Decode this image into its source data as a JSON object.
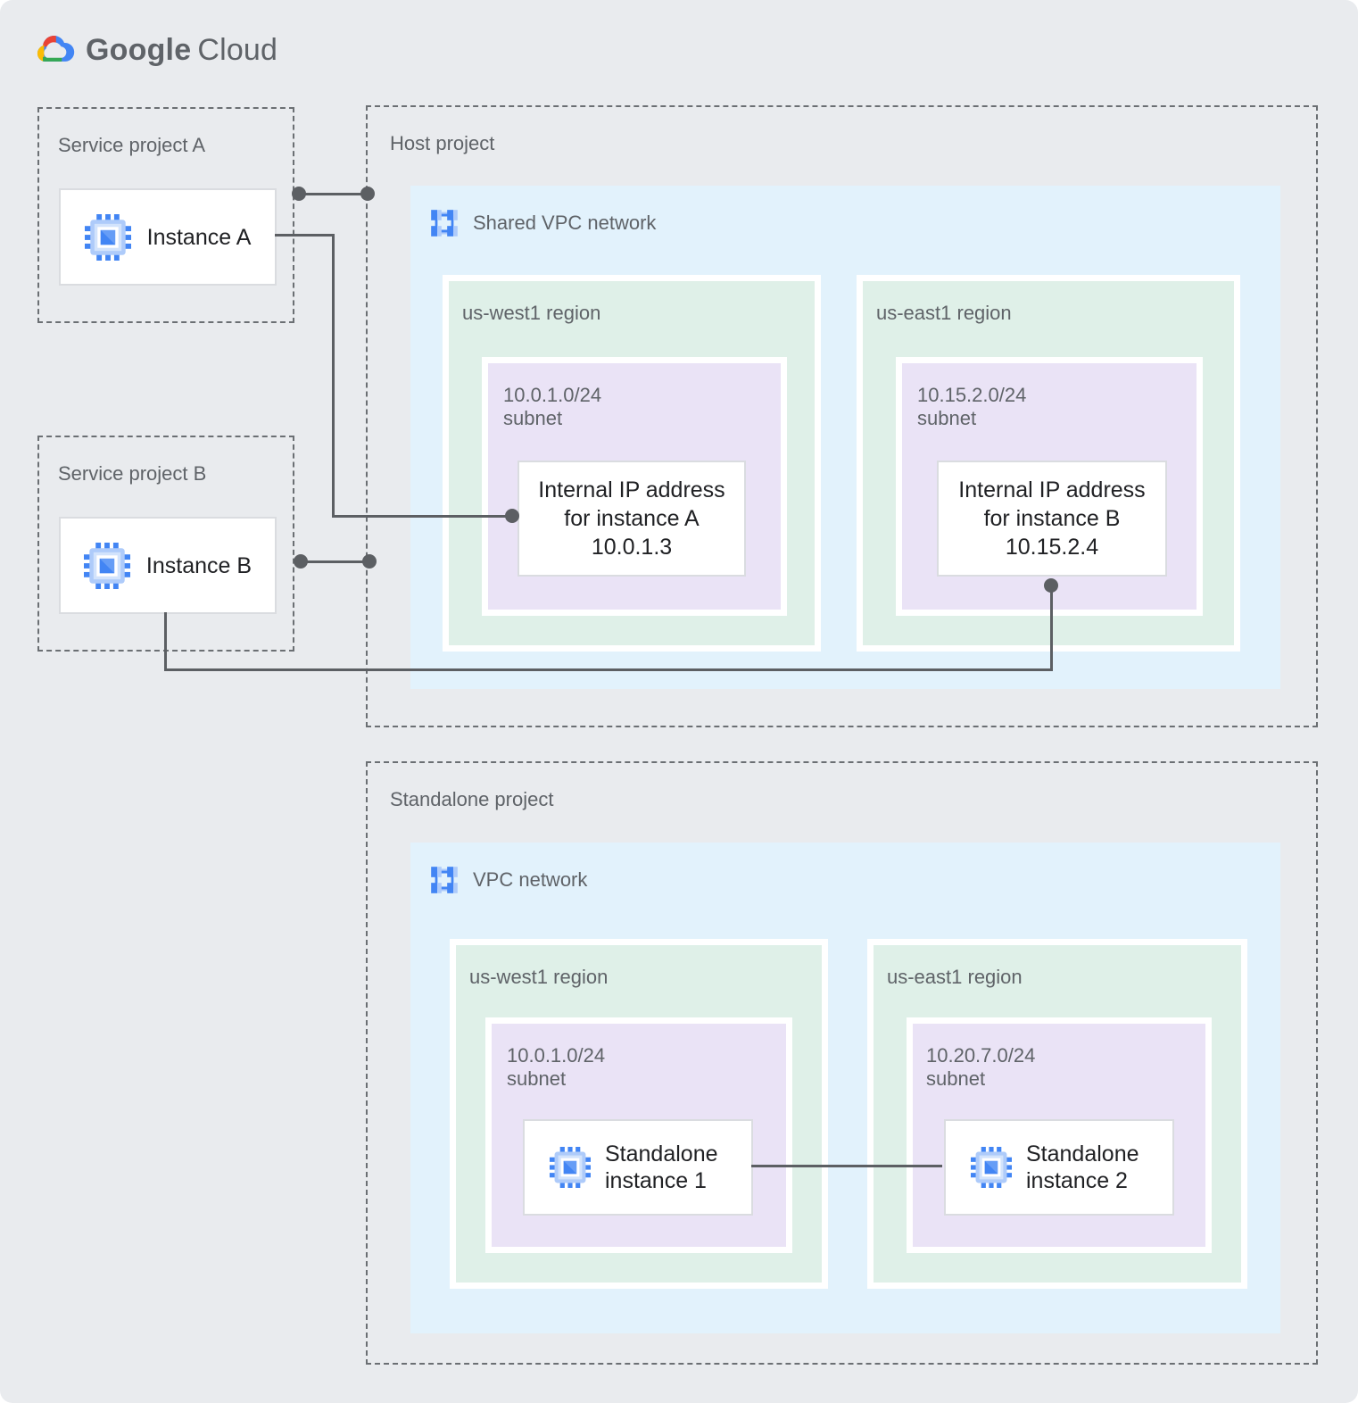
{
  "logo": {
    "brand": "Google",
    "product": "Cloud"
  },
  "colors": {
    "background": "#e9ebee",
    "network_fill": "#e2f2fc",
    "region_fill": "#dff0e8",
    "subnet_fill": "#eae3f6",
    "connector": "#5c5f63",
    "card_border": "#dadce0",
    "label_text": "#5f6368",
    "card_text": "#202124",
    "google_blue": "#4285f4",
    "google_red": "#ea4335",
    "google_yellow": "#fbbc04",
    "google_green": "#34a853"
  },
  "icons": {
    "cloud_logo": "google-cloud-logo",
    "instance": "compute-instance-chip-icon",
    "network": "vpc-network-icon"
  },
  "service_project_a": {
    "label": "Service project A",
    "instance_label": "Instance A"
  },
  "service_project_b": {
    "label": "Service project B",
    "instance_label": "Instance B"
  },
  "host_project": {
    "label": "Host project",
    "network_label": "Shared VPC network",
    "regions": [
      {
        "label": "us-west1 region",
        "subnet_cidr": "10.0.1.0/24",
        "subnet_kind": "subnet",
        "endpoint_line1": "Internal IP address",
        "endpoint_line2": "for instance A",
        "endpoint_ip": "10.0.1.3"
      },
      {
        "label": "us-east1 region",
        "subnet_cidr": "10.15.2.0/24",
        "subnet_kind": "subnet",
        "endpoint_line1": "Internal IP address",
        "endpoint_line2": "for instance B",
        "endpoint_ip": "10.15.2.4"
      }
    ]
  },
  "standalone_project": {
    "label": "Standalone project",
    "network_label": "VPC network",
    "regions": [
      {
        "label": "us-west1 region",
        "subnet_cidr": "10.0.1.0/24",
        "subnet_kind": "subnet",
        "instance_line1": "Standalone",
        "instance_line2": "instance 1"
      },
      {
        "label": "us-east1 region",
        "subnet_cidr": "10.20.7.0/24",
        "subnet_kind": "subnet",
        "instance_line1": "Standalone",
        "instance_line2": "instance 2"
      }
    ]
  }
}
